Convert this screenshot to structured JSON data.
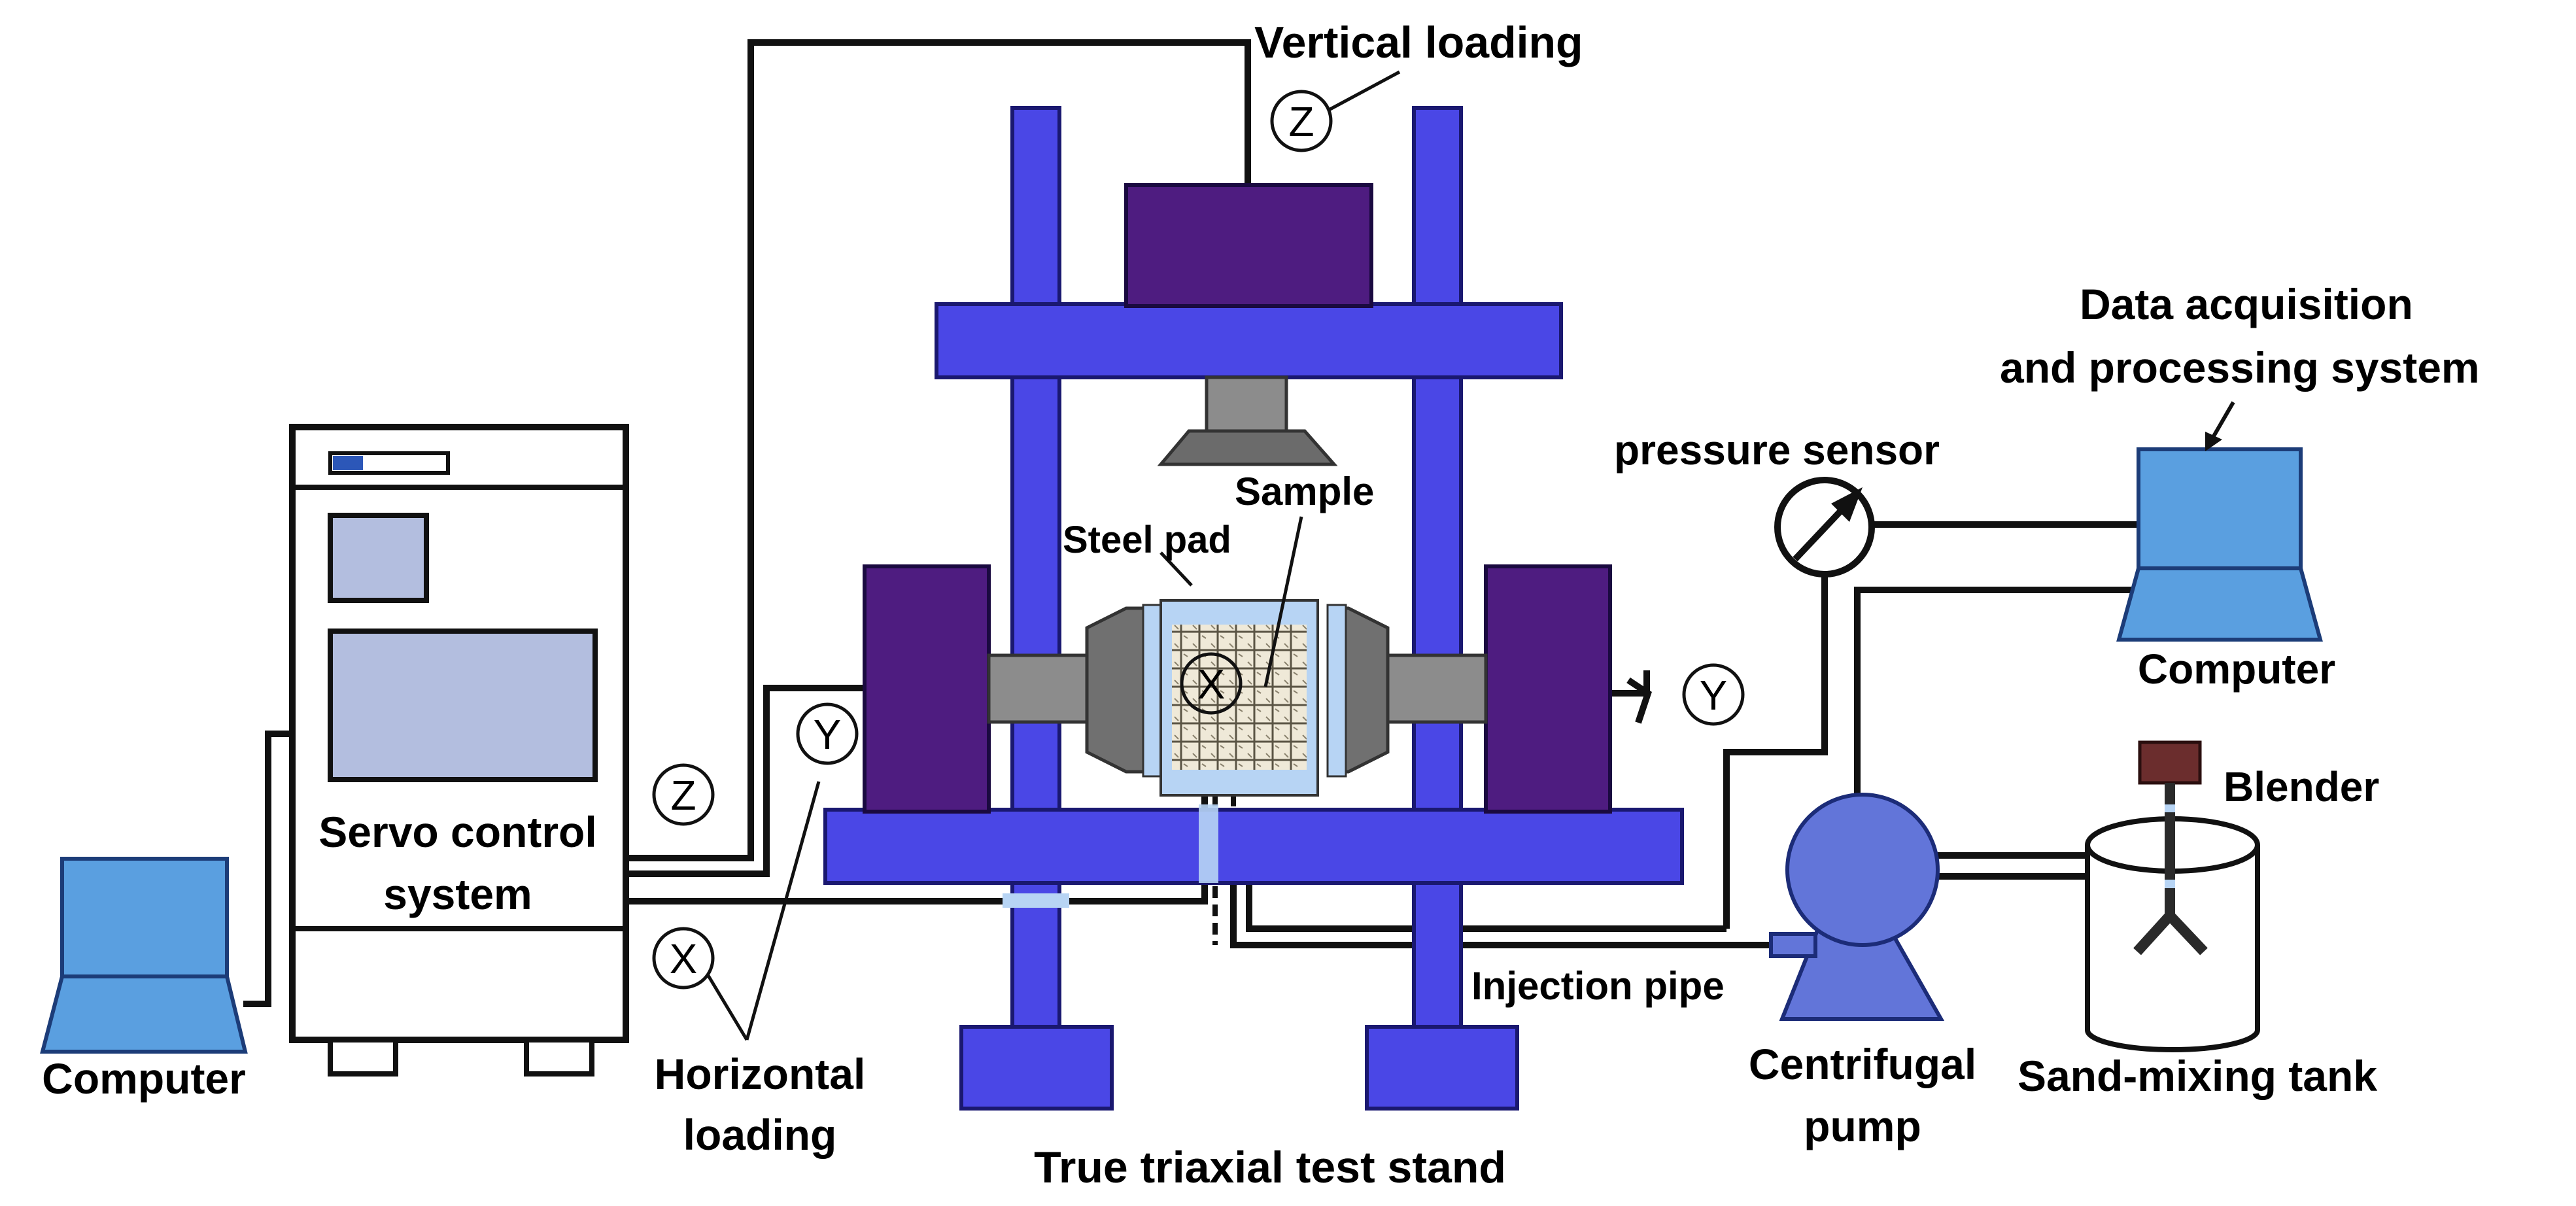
{
  "labels": {
    "vertical_loading": "Vertical loading",
    "data_acquisition_line1": "Data acquisition",
    "data_acquisition_line2": "and processing system",
    "pressure_sensor": "pressure sensor",
    "sample": "Sample",
    "steel_pad": "Steel pad",
    "servo_line1": "Servo control",
    "servo_line2": "system",
    "computer_left": "Computer",
    "computer_right": "Computer",
    "horizontal_line1": "Horizontal",
    "horizontal_line2": "loading",
    "injection_pipe": "Injection pipe",
    "centrifugal_line1": "Centrifugal",
    "centrifugal_line2": "pump",
    "blender": "Blender",
    "sand_mixing_tank": "Sand-mixing tank",
    "test_stand": "True triaxial test stand"
  },
  "axes": {
    "z_top": "Z",
    "z_left": "Z",
    "x_left": "X",
    "x_center": "X",
    "y_left": "Y",
    "y_right": "Y"
  },
  "colors": {
    "frame_blue": "#4a47e6",
    "actuator_purple": "#4e1c80",
    "computer_blue": "#5a9fe0",
    "pump_blue": "#6275d9",
    "blender_brown": "#6b2d2d",
    "grey": "#8c8c8c"
  }
}
